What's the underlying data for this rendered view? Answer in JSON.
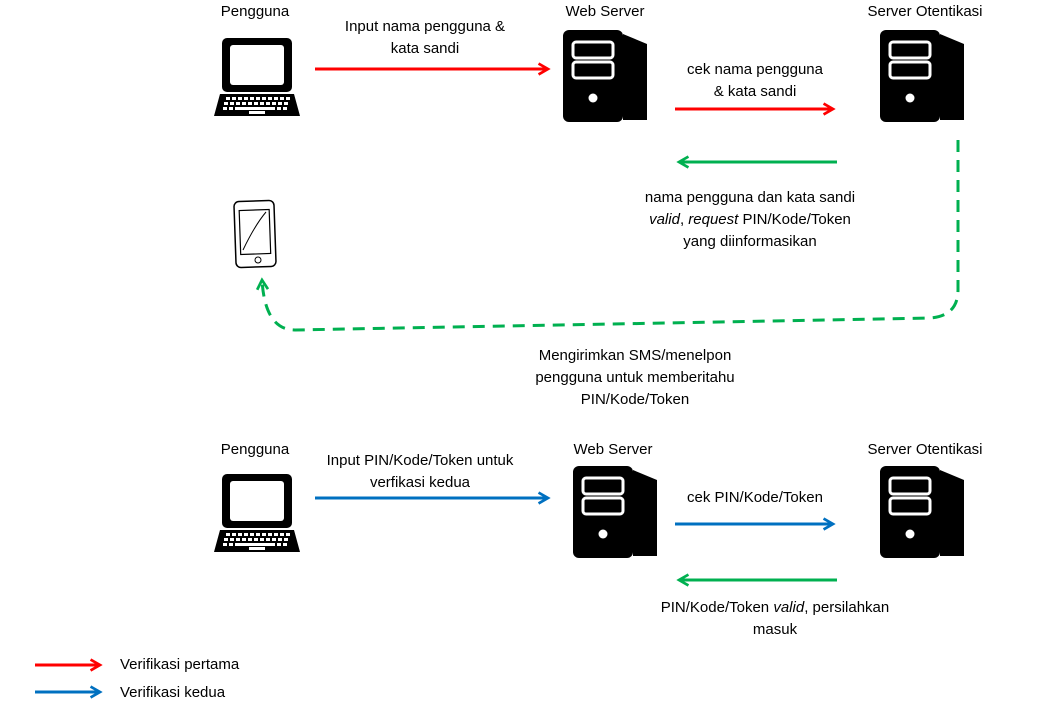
{
  "colors": {
    "first_verification": "#ff0000",
    "second_verification": "#0070c0",
    "sms_channel": "#00b050",
    "icon": "#000000",
    "background": "#ffffff"
  },
  "phase1": {
    "nodes": {
      "user": {
        "label": "Pengguna",
        "icon": "laptop-icon"
      },
      "web_server": {
        "label": "Web Server",
        "icon": "server-icon"
      },
      "auth_server": {
        "label": "Server Otentikasi",
        "icon": "server-icon"
      }
    },
    "edges": {
      "user_to_web": {
        "line1": "Input nama pengguna &",
        "line2": "kata sandi",
        "color": "red"
      },
      "web_to_auth": {
        "line1": "cek nama pengguna",
        "line2": "& kata sandi",
        "color": "red"
      },
      "auth_to_web": {
        "line1": "nama pengguna dan kata sandi",
        "line2_italic1": "valid",
        "line2_sep": ", ",
        "line2_italic2": "request",
        "line2_rest": " PIN/Kode/Token",
        "line3": "yang diinformasikan",
        "color": "green"
      },
      "auth_to_phone": {
        "line1": "Mengirimkan SMS/menelpon",
        "line2": "pengguna untuk memberitahu",
        "line3": "PIN/Kode/Token",
        "color": "green",
        "style": "dashed"
      }
    },
    "phone": {
      "icon": "smartphone-icon"
    }
  },
  "phase2": {
    "nodes": {
      "user": {
        "label": "Pengguna",
        "icon": "laptop-icon"
      },
      "web_server": {
        "label": "Web Server",
        "icon": "server-icon"
      },
      "auth_server": {
        "label": "Server Otentikasi",
        "icon": "server-icon"
      }
    },
    "edges": {
      "user_to_web": {
        "line1": "Input PIN/Kode/Token untuk",
        "line2": "verfikasi kedua",
        "color": "blue"
      },
      "web_to_auth": {
        "line1": "cek PIN/Kode/Token",
        "color": "blue"
      },
      "auth_to_web": {
        "line1_pre": "PIN/Kode/Token ",
        "line1_italic": "valid",
        "line1_post": ", persilahkan",
        "line2": "masuk",
        "color": "green"
      }
    }
  },
  "legend": [
    {
      "label": "Verifikasi pertama",
      "color": "#ff0000"
    },
    {
      "label": "Verifikasi kedua",
      "color": "#0070c0"
    }
  ]
}
